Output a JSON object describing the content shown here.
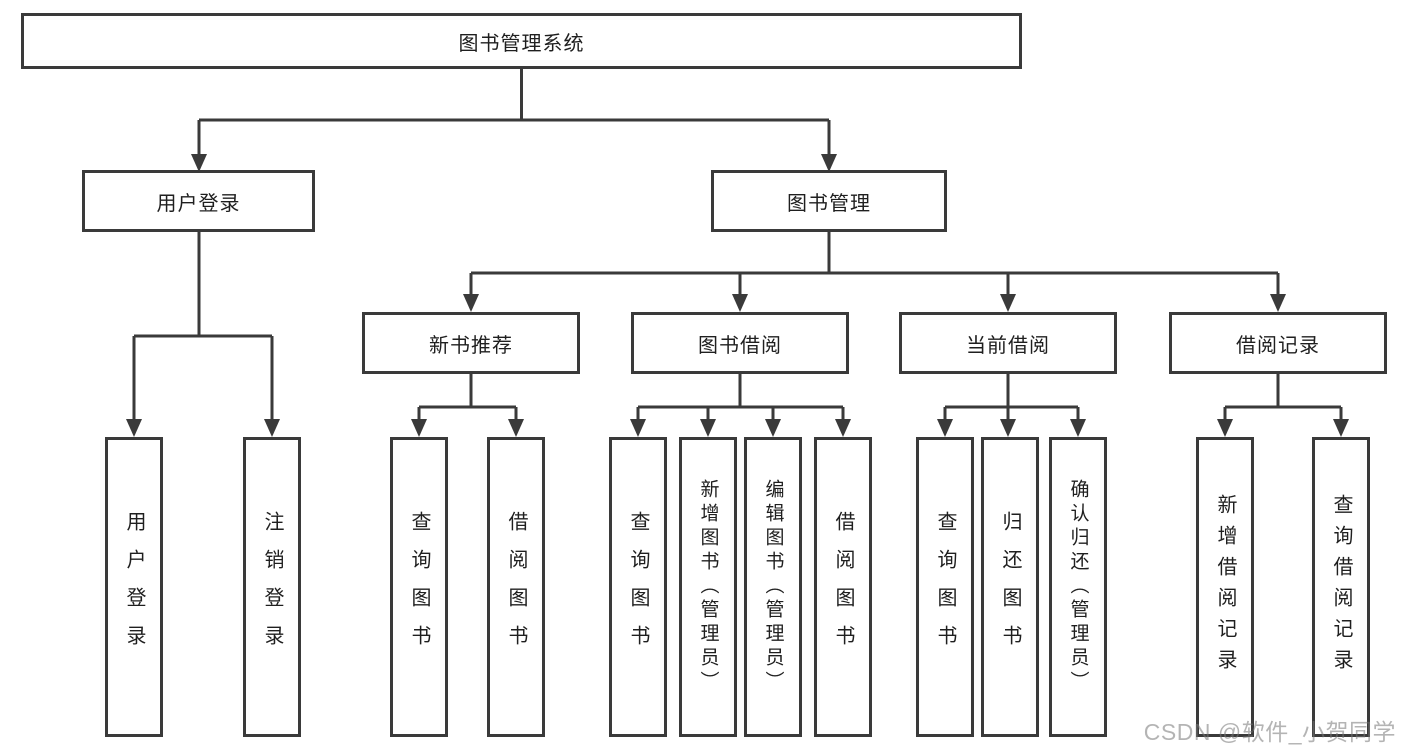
{
  "tree": {
    "root": {
      "label": "图书管理系统"
    },
    "branches": [
      {
        "label": "用户登录",
        "leaves": [
          "用户登录",
          "注销登录"
        ]
      },
      {
        "label": "图书管理",
        "children": [
          {
            "label": "新书推荐",
            "leaves": [
              "查询图书",
              "借阅图书"
            ]
          },
          {
            "label": "图书借阅",
            "leaves": [
              "查询图书",
              "新增图书（管理员）",
              "编辑图书（管理员）",
              "借阅图书"
            ]
          },
          {
            "label": "当前借阅",
            "leaves": [
              "查询图书",
              "归还图书",
              "确认归还（管理员）"
            ]
          },
          {
            "label": "借阅记录",
            "leaves": [
              "新增借阅记录",
              "查询借阅记录"
            ]
          }
        ]
      }
    ]
  },
  "watermark": {
    "text": "CSDN @软件_小贺同学"
  },
  "colors": {
    "line": "#3a3a3a",
    "border": "#3a3a3a",
    "text": "#1f1f1f",
    "watermark": "#787878",
    "background": "#ffffff"
  }
}
